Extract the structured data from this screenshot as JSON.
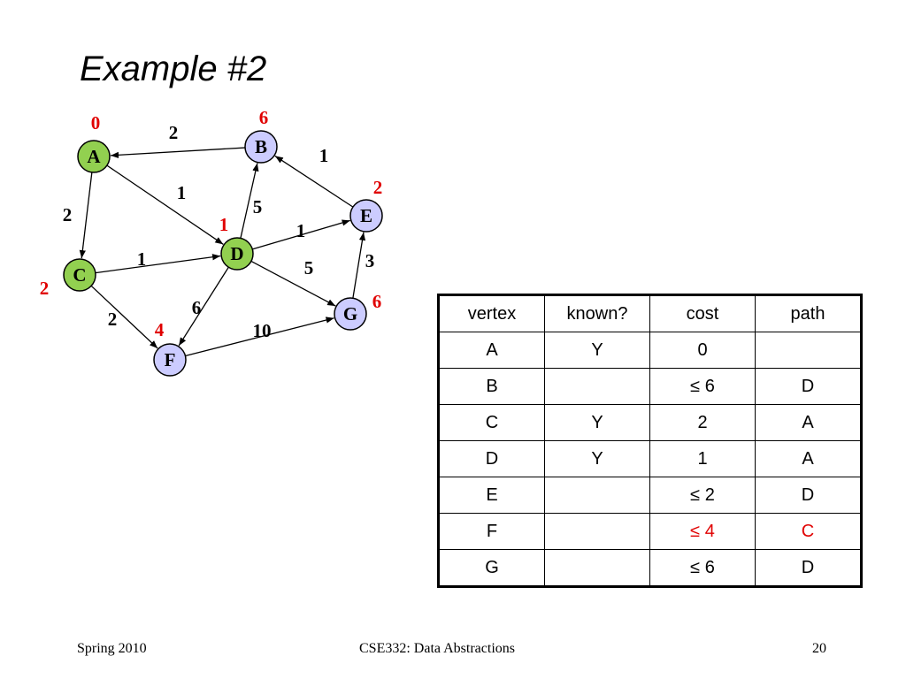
{
  "slide": {
    "title": "Example #2",
    "footer": {
      "left": "Spring 2010",
      "center": "CSE332: Data Abstractions",
      "right": "20"
    }
  },
  "colors": {
    "known_node": "#92d050",
    "unknown_node": "#ccccff",
    "highlight": "#e00000"
  },
  "graph": {
    "nodes": [
      {
        "id": "A",
        "known": true,
        "cost": "0"
      },
      {
        "id": "B",
        "known": false,
        "cost": "6"
      },
      {
        "id": "C",
        "known": true,
        "cost": "2"
      },
      {
        "id": "D",
        "known": true,
        "cost": "1"
      },
      {
        "id": "E",
        "known": false,
        "cost": "2"
      },
      {
        "id": "F",
        "known": false,
        "cost": "4"
      },
      {
        "id": "G",
        "known": false,
        "cost": "6"
      }
    ],
    "edges": [
      {
        "from": "B",
        "to": "A",
        "weight": "2"
      },
      {
        "from": "A",
        "to": "C",
        "weight": "2"
      },
      {
        "from": "A",
        "to": "D",
        "weight": "1"
      },
      {
        "from": "D",
        "to": "B",
        "weight": "5"
      },
      {
        "from": "E",
        "to": "B",
        "weight": "1"
      },
      {
        "from": "D",
        "to": "E",
        "weight": "1"
      },
      {
        "from": "C",
        "to": "D",
        "weight": "1"
      },
      {
        "from": "D",
        "to": "G",
        "weight": "5"
      },
      {
        "from": "G",
        "to": "E",
        "weight": "3"
      },
      {
        "from": "C",
        "to": "F",
        "weight": "2"
      },
      {
        "from": "D",
        "to": "F",
        "weight": "6"
      },
      {
        "from": "F",
        "to": "G",
        "weight": "10"
      }
    ]
  },
  "table": {
    "headers": [
      "vertex",
      "known?",
      "cost",
      "path"
    ],
    "rows": [
      {
        "vertex": "A",
        "known": "Y",
        "cost": "0",
        "path": "",
        "highlight": false
      },
      {
        "vertex": "B",
        "known": "",
        "cost": "≤ 6",
        "path": "D",
        "highlight": false
      },
      {
        "vertex": "C",
        "known": "Y",
        "cost": "2",
        "path": "A",
        "highlight": false
      },
      {
        "vertex": "D",
        "known": "Y",
        "cost": "1",
        "path": "A",
        "highlight": false
      },
      {
        "vertex": "E",
        "known": "",
        "cost": "≤ 2",
        "path": "D",
        "highlight": false
      },
      {
        "vertex": "F",
        "known": "",
        "cost": "≤ 4",
        "path": "C",
        "highlight": true
      },
      {
        "vertex": "G",
        "known": "",
        "cost": "≤ 6",
        "path": "D",
        "highlight": false
      }
    ]
  }
}
